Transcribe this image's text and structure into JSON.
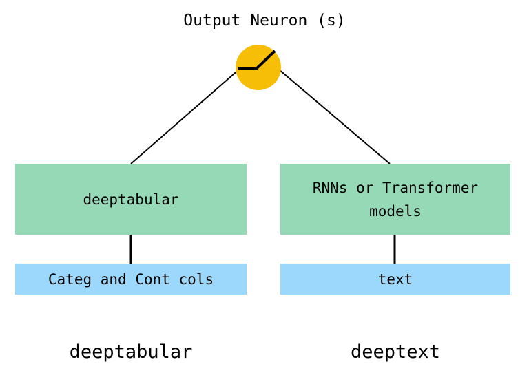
{
  "diagram": {
    "title": "Output Neuron (s)",
    "type": "model-architecture",
    "colors": {
      "neuron": "#f7be07",
      "model_block": "#96d9b6",
      "data_block": "#9cd8fb",
      "edge": "#000000",
      "background": "#ffffff",
      "text": "#000000"
    },
    "neuron": {
      "label": "Output Neuron (s)",
      "icon": "relu-activation-icon",
      "fill": "#f7be07"
    },
    "branches": [
      {
        "id": "deeptabular",
        "caption": "deeptabular",
        "model_block": "deeptabular",
        "data_block": "Categ and Cont cols"
      },
      {
        "id": "deeptext",
        "caption": "deeptext",
        "model_block": "RNNs or Transformer\nmodels",
        "data_block": "text"
      }
    ],
    "edges": [
      {
        "from": "deeptabular-model",
        "to": "output-neuron"
      },
      {
        "from": "deeptext-model",
        "to": "output-neuron"
      },
      {
        "from": "deeptabular-data",
        "to": "deeptabular-model"
      },
      {
        "from": "deeptext-data",
        "to": "deeptext-model"
      }
    ]
  }
}
